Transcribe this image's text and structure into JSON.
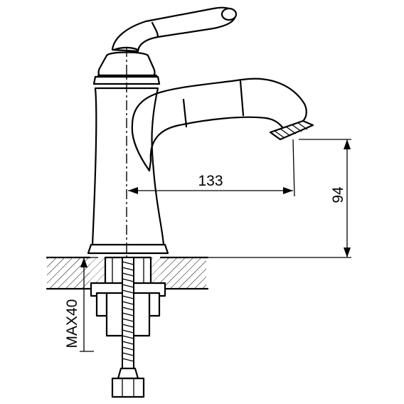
{
  "dimensions": {
    "spout_reach": "133",
    "spout_height": "94",
    "max_deck_thickness": "MAX40"
  },
  "colors": {
    "line": "#000000",
    "background": "#ffffff"
  }
}
